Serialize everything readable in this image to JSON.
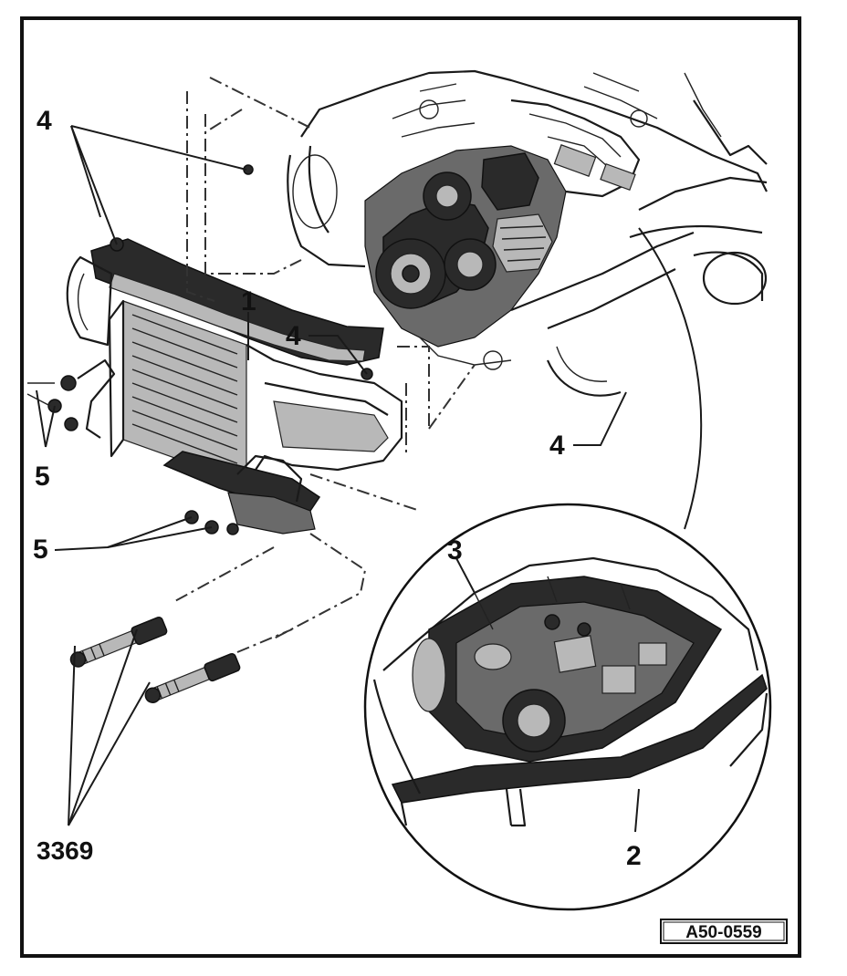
{
  "callouts": {
    "c1": "1",
    "c2": "2",
    "c3": "3",
    "c4_top": "4",
    "c4_mid": "4",
    "c4_right": "4",
    "c5_upper": "5",
    "c5_lower": "5",
    "tool": "3369"
  },
  "figure_ref": "A50-0559"
}
